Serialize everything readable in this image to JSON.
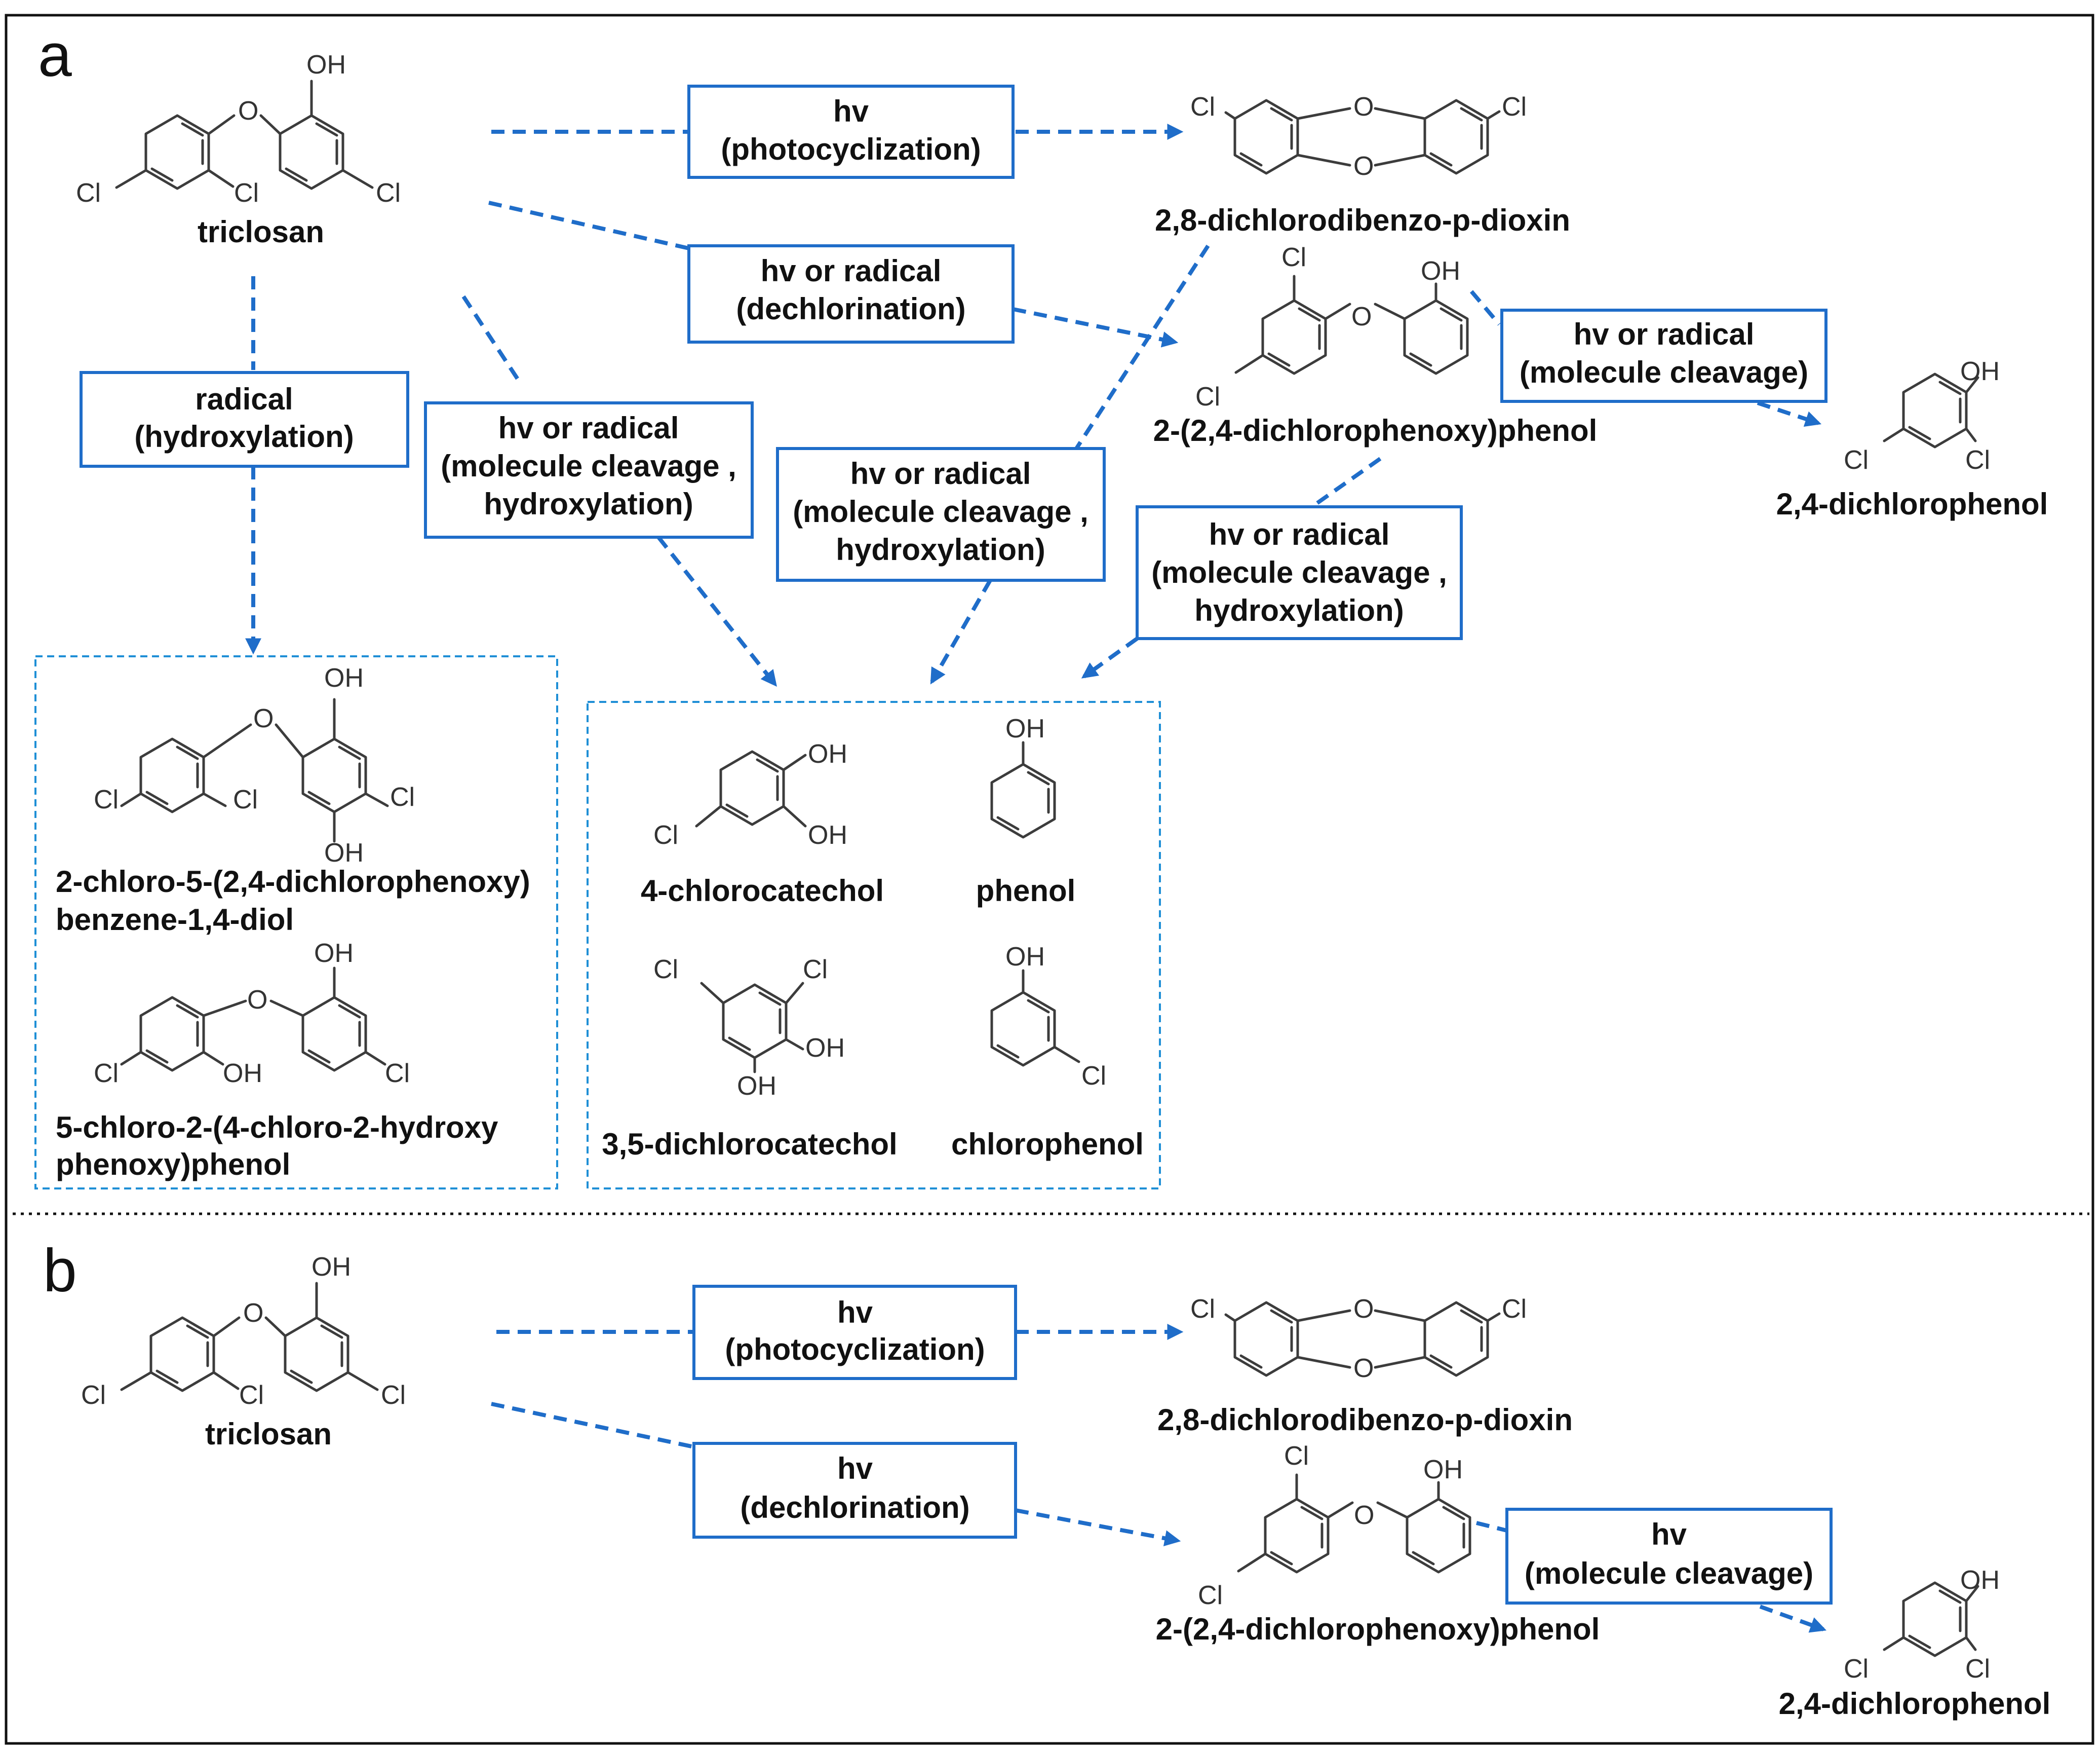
{
  "panels": {
    "a": "a",
    "b": "b"
  },
  "atoms": {
    "O": "O",
    "OH": "OH",
    "Cl": "Cl"
  },
  "compounds": {
    "triclosan": "triclosan",
    "dioxin": "2,8-dichlorodibenzo-p-dioxin",
    "dcpp": "2-(2,4-dichlorophenoxy)phenol",
    "dcp": "2,4-dichlorophenol",
    "hq_line1": "2-chloro-5-(2,4-dichlorophenoxy)",
    "hq_line2": "benzene-1,4-diol",
    "hydroxy_line1": "5-chloro-2-(4-chloro-2-hydroxy",
    "hydroxy_line2": "phenoxy)phenol",
    "chlorocatechol": "4-chlorocatechol",
    "phenol": "phenol",
    "dichlorocatechol": "3,5-dichlorocatechol",
    "chlorophenol": "chlorophenol"
  },
  "reactions": {
    "hv": "hv",
    "hv_or_radical": "hv or radical",
    "radical": "radical",
    "photocyclization": "(photocyclization)",
    "dechlorination": "(dechlorination)",
    "hydroxylation": "(hydroxylation)",
    "cleavage": "(molecule cleavage)",
    "cleavage_hydrox_1": "(molecule cleavage ,",
    "cleavage_hydrox_2": "hydroxylation)"
  },
  "colors": {
    "arrow": "#1f6dc9",
    "box_border": "#1f6dc9",
    "group_border": "#1f8fd6",
    "text": "#111111"
  }
}
